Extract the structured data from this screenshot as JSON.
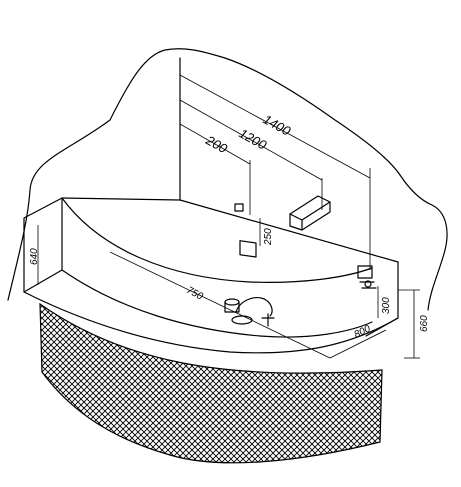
{
  "dimensions": {
    "d1400": "1400",
    "d1200": "1200",
    "d200": "200",
    "d250": "250",
    "d640": "640",
    "d750": "750",
    "d300": "300",
    "d800": "800",
    "d660": "660"
  },
  "colors": {
    "line": "#000000",
    "background": "#ffffff"
  },
  "icons": {
    "wall-outlet": "wall-outlet-icon",
    "spout": "spout-icon",
    "control": "control-valve-icon",
    "faucet": "faucet-icon"
  }
}
